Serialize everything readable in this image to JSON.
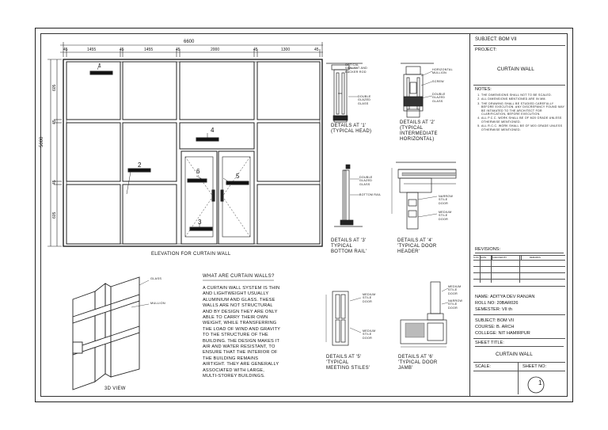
{
  "elevation": {
    "title": "ELEVATION FOR CURTAIN WALL",
    "overall_width": "6600",
    "overall_height": "5000",
    "width_dims": [
      "1455",
      "1455",
      "2000",
      "1300"
    ],
    "mullion_dims": [
      "45",
      "45",
      "45",
      "45",
      "45"
    ],
    "height_dims": [
      "605",
      "45",
      "45",
      "605"
    ],
    "panel_tags": [
      "1",
      "2",
      "4",
      "6",
      "5",
      "3"
    ]
  },
  "details": [
    {
      "title_lines": [
        "DETAILS AT '1'",
        "(TYPICAL HEAD)"
      ],
      "callouts": [
        "OPTICAL SEALANT AND BACKER ROD",
        "DOUBLE GLAZED GLASS"
      ]
    },
    {
      "title_lines": [
        "DETAILS AT '2'",
        "(TYPICAL",
        "INTERMEDIATE",
        "HORIZONTAL)"
      ],
      "callouts": [
        "HORIZONTAL MULLION",
        "SCREW",
        "DOUBLE GLAZED GLASS"
      ]
    },
    {
      "title_lines": [
        "DETAILS AT '3'",
        "TYPICAL",
        "BOTTOM RAIL'"
      ],
      "callouts": [
        "DOUBLE GLAZED GLASS",
        "BOTTOM RAIL"
      ]
    },
    {
      "title_lines": [
        "DETAILS AT '4'",
        "'TYPICAL DOOR",
        "HEADER'"
      ],
      "callouts": [
        "NARROW STILE DOOR",
        "MEDIUM STILE DOOR"
      ]
    },
    {
      "title_lines": [
        "DETAILS AT '5'",
        "'TYPICAL",
        "MEETING STILES'"
      ],
      "callouts": [
        "MEDIUM STILE DOOR",
        "MEDIUM STILE DOOR"
      ]
    },
    {
      "title_lines": [
        "DETAILS AT '6'",
        "'TYPICAL DOOR",
        "JAMB'"
      ],
      "callouts": [
        "MEDIUM STILE DOOR",
        "NARROW STILE DOOR"
      ]
    }
  ],
  "view3d": {
    "label": "3D VIEW",
    "callouts": [
      "GLASS",
      "MULLION"
    ]
  },
  "article": {
    "heading": "WHAT ARE CURTAIN WALLS?",
    "body": "A CURTAIN WALL SYSTEM IS THIN AND LIGHTWEIGHT USUALLY ALUMINIUM AND GLASS. THESE WALLS ARE NOT STRUCTURAL AND BY DESIGN THEY ARE ONLY ABLE TO CARRY THEIR OWN WEIGHT, WHILE TRANSFERRING THE LOAD OF WIND AND GRAVITY TO THE STRUCTURE OF THE BUILDING. THE DESIGN MAKES IT AIR AND WATER RESISTANT, TO ENSURE THAT THE INTERIOR OF THE BUILDING REMAINS AIRTIGHT. THEY ARE GENERALLY ASSOCIATED WITH LARGE, MULTI-STOREY BUILDINGS."
  },
  "title_block": {
    "subject": "SUBJECT: BOM VII",
    "project_label": "PROJECT:",
    "project": "CURTAIN WALL",
    "notes_label": "NOTES:",
    "notes": [
      "THE DIMENSIONS SHALL NOT TO BE SCALED.",
      "ALL DIMENSIONS MENTIONED ARE IN MM.",
      "THE DRAWING SHALL BE STUDIED CAREFULLY BEFORE EXECUTION. ANY DISCREPANCY FOUND MAY BE INTIMATED TO THE ARCHITECT FOR CLARIFICATION, BEFORE EXECUTION.",
      "ALL P.C.C. WORK SHALL BE OF M20 GRADE UNLESS OTHERWISE MENTIONED.",
      "ALL R.C.C. WORK SHALL BE OF M20 GRADE UNLESS OTHERWISE MENTIONED."
    ],
    "revisions_label": "REVISIONS:",
    "revision_cols": [
      "S.NO",
      "DATE",
      "CHECKED BY",
      "REMARKS"
    ],
    "name": "NAME: ADITYA DEV RANJAN",
    "roll": "ROLL NO: 20BAR026",
    "semester": "SEMESTER: VII th",
    "subject2": "SUBJECT: BOM VII",
    "course": "COURSE: B. ARCH",
    "college": "COLLEGE: NIT HAMIRPUR",
    "sheet_title_label": "SHEET TITLE:",
    "sheet_title": "CURTAIN WALL",
    "scale_label": "SCALE:",
    "sheet_no_label": "SHEET NO:",
    "sheet_no": "1"
  }
}
